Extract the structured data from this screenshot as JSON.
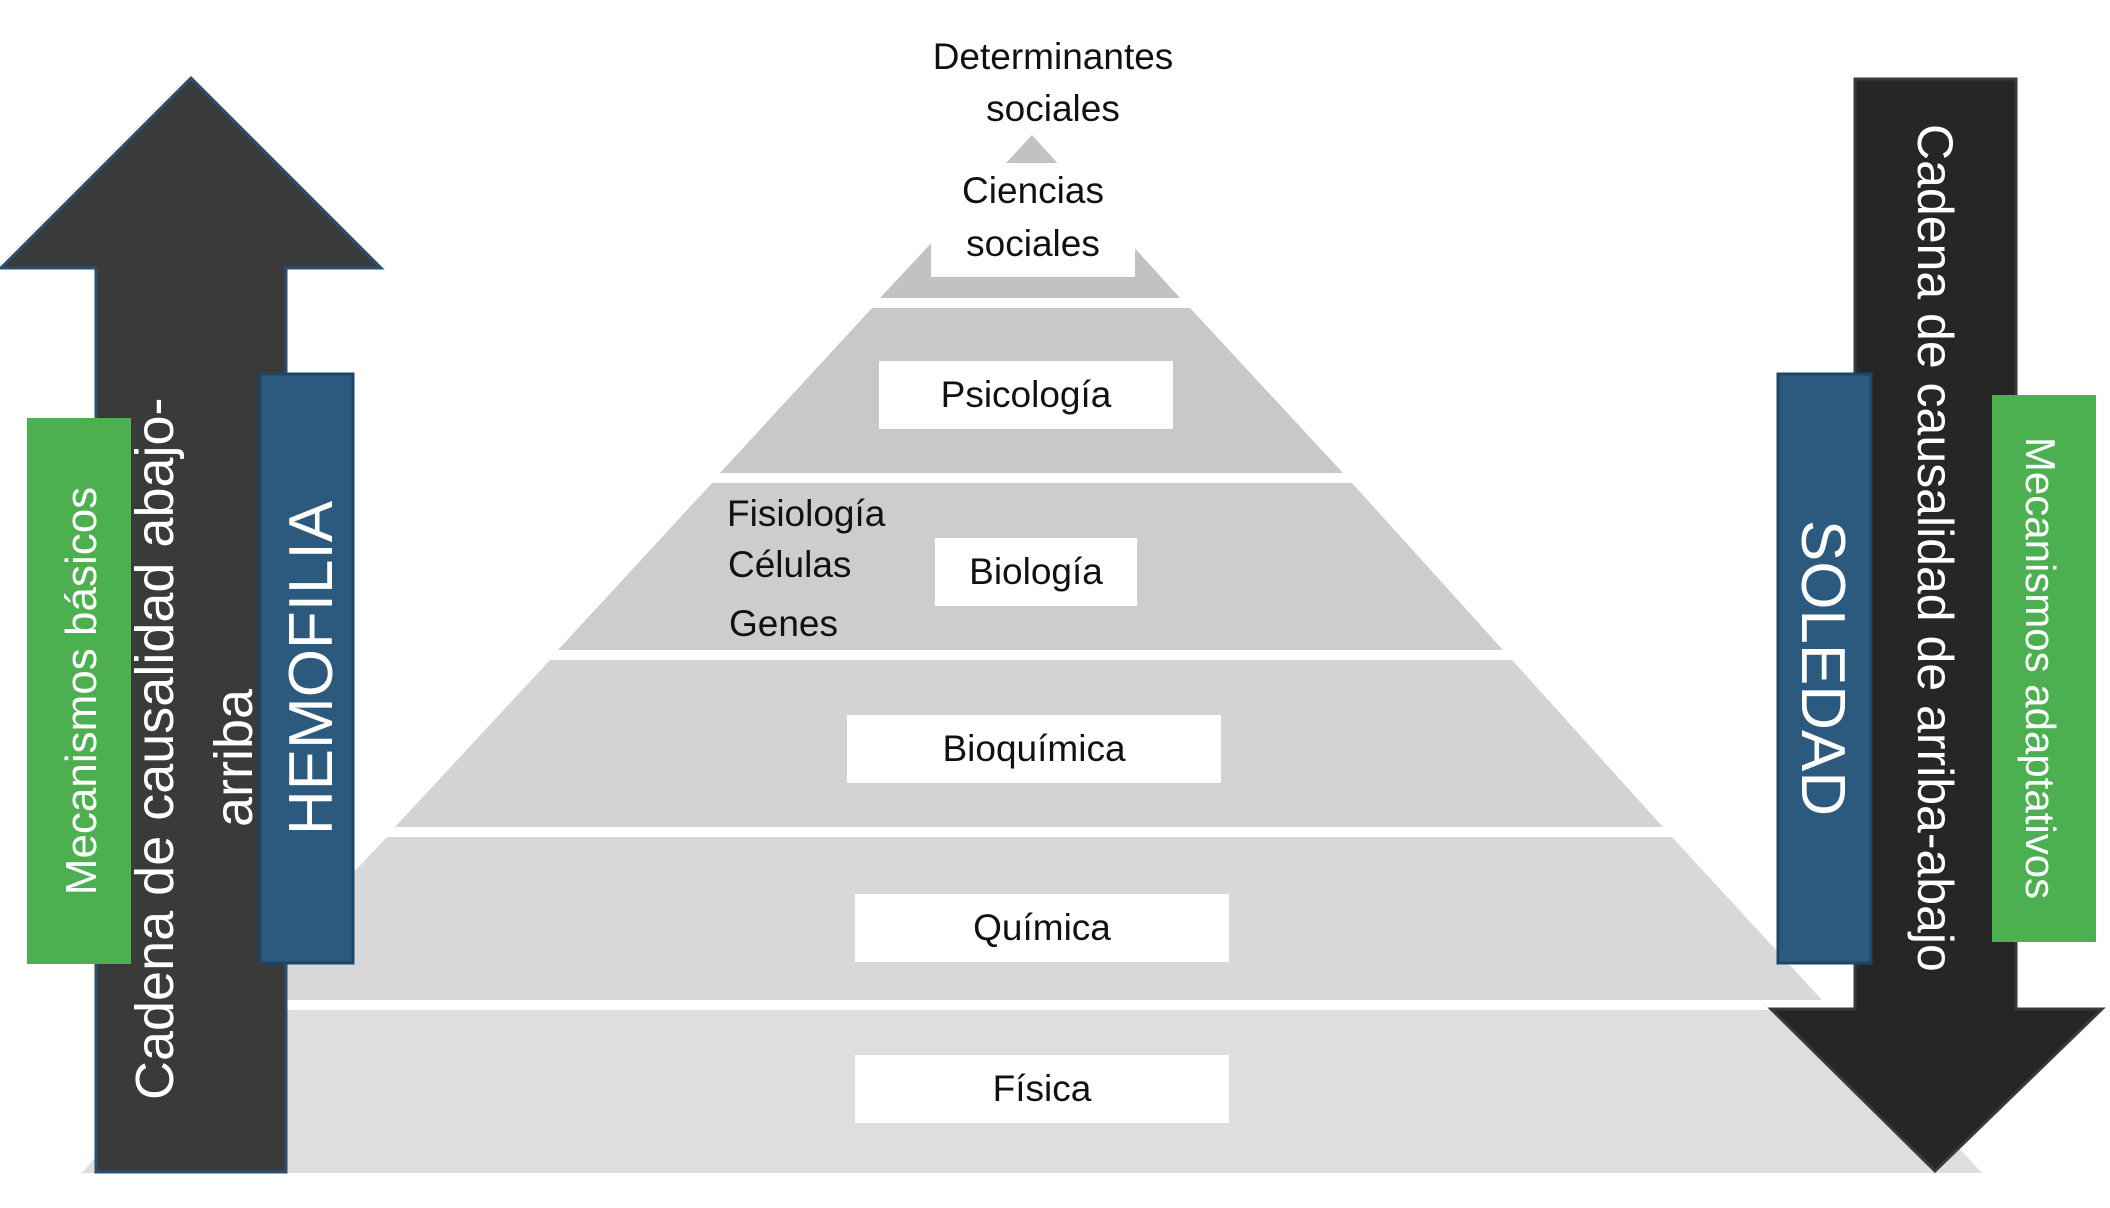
{
  "title": "Determinantes sociales",
  "levels": [
    {
      "label": "Ciencias sociales",
      "lines": [
        "Ciencias",
        "sociales"
      ]
    },
    {
      "label": "Psicología"
    },
    {
      "label": "Biología",
      "side_labels": [
        "Fisiología",
        "Células",
        "Genes"
      ]
    },
    {
      "label": "Bioquímica"
    },
    {
      "label": "Química"
    },
    {
      "label": "Física"
    }
  ],
  "left": {
    "arrow_label_line1": "Cadena de causalidad abajo-",
    "arrow_label_line2": "arriba",
    "green_box": "Mecanismos básicos",
    "blue_box": "HEMOFILIA"
  },
  "right": {
    "arrow_label": "Cadena de causalidad de arriba-abajo",
    "green_box": "Mecanismos adaptativos",
    "blue_box": "SOLEDAD"
  },
  "colors": {
    "arrow": "#3a3a3a",
    "arrow_right": "#262626",
    "green": "#4caf50",
    "blue": "#2c5a7e",
    "tier_top": "#c4c4c4",
    "tier_bottom": "#e0e0e0"
  }
}
